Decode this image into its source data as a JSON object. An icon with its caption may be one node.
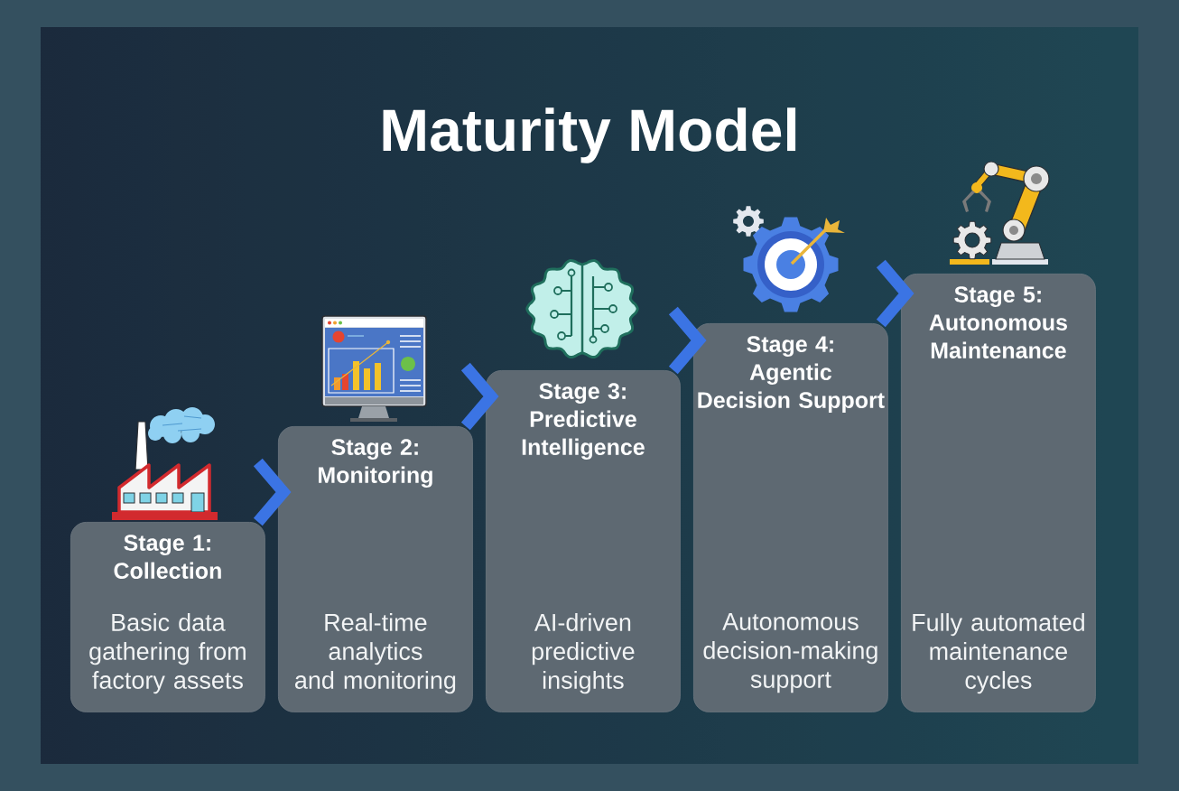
{
  "diagram": {
    "title": "Maturity Model",
    "nodes": [
      {
        "text": [
          "Stage 1: Collection",
          "Basic data gathering from factory assets"
        ]
      },
      {
        "text": [
          "Stage 2: Monitoring",
          "Real-time analytics and monitoring"
        ]
      },
      {
        "text": [
          "Stage 3: Predictive Intelligence",
          "AI-driven predictive insights"
        ]
      },
      {
        "text": [
          "Stage 4: Agentic Decision Support",
          "Autonomous decision-making support"
        ]
      },
      {
        "text": [
          "Stage 5: Autonomous Maintenance",
          "Fully automated maintenance cycles"
        ]
      }
    ],
    "edges": [
      {
        "from": 0,
        "to": 1,
        "arrow": "to"
      },
      {
        "from": 1,
        "to": 2,
        "arrow": "to"
      },
      {
        "from": 2,
        "to": 3,
        "arrow": "to"
      },
      {
        "from": 3,
        "to": 4,
        "arrow": "to"
      }
    ]
  }
}
